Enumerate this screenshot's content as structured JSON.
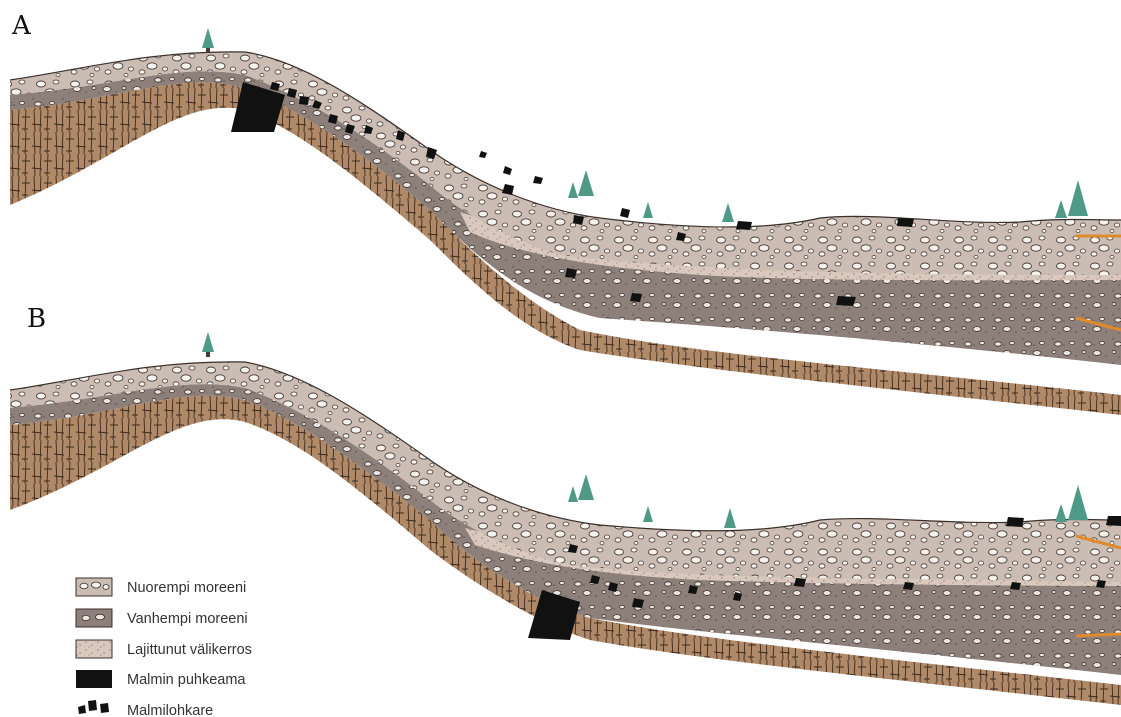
{
  "panels": {
    "a": {
      "label": "A"
    },
    "b": {
      "label": "B"
    }
  },
  "legend": [
    {
      "key": "young_moraine",
      "label": "Nuorempi moreeni",
      "color": "#cbbdb3"
    },
    {
      "key": "old_moraine",
      "label": "Vanhempi moreeni",
      "color": "#8d7f7a"
    },
    {
      "key": "sorted_layer",
      "label": "Lajittunut välikerros",
      "color": "#d9c8bd"
    },
    {
      "key": "ore_outcrop",
      "label": "Malmin puhkeama",
      "color": "#111111"
    },
    {
      "key": "ore_boulder",
      "label": "Malmilohkare",
      "color": "#111111"
    }
  ],
  "colors": {
    "young_moraine": "#cbbdb3",
    "old_moraine": "#8d7f7a",
    "sorted_layer": "#d9c8bd",
    "bedrock": "#b08968",
    "bedrock_lines": "#3b2a1e",
    "outline": "#3a2f2a",
    "ore": "#111111",
    "tree": "#4f9a86",
    "arrow": "#e08a2c"
  }
}
